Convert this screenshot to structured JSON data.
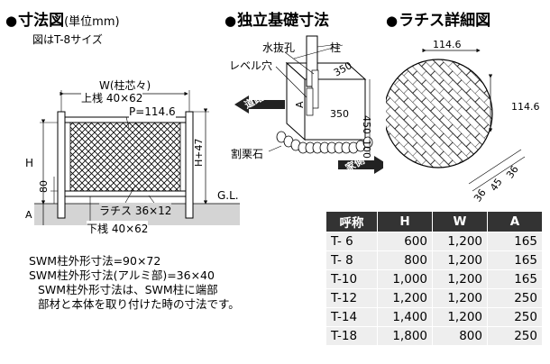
{
  "headers": {
    "bullet": "●",
    "dimensions": "寸法図",
    "unit": "(単位mm)",
    "foundation": "独立基礎寸法",
    "lattice": "ラチス詳細図"
  },
  "dimension_drawing": {
    "note": "図はT-8サイズ",
    "w_label": "W(柱芯々)",
    "top_rail": "上桟 40×62",
    "pitch": "P=114.6",
    "h": "H",
    "h_plus": "H+47",
    "d80": "80",
    "a": "A",
    "gl": "G.L.",
    "lattice_bar": "ラチス 36×12",
    "bottom_rail": "下桟 40×62"
  },
  "foundation_drawing": {
    "drain_hole": "水抜孔",
    "post": "柱",
    "level_hole": "レベル穴",
    "dim_350_top": "350",
    "dim_350_front": "350",
    "dim_450": "450",
    "dim_100": "100",
    "a": "A",
    "road_side": "道路側",
    "gravel": "割栗石",
    "house_side": "家側"
  },
  "lattice_drawing": {
    "d_top": "114.6",
    "d_right": "114.6",
    "d36a": "36",
    "d45": "45",
    "d36b": "36"
  },
  "notes": [
    "SWM柱外形寸法=90×72",
    "SWM柱外形寸法(アルミ部)=36×40",
    "SWM柱外形寸法は、SWM柱に端部",
    "部材と本体を取り付けた時の寸法です。"
  ],
  "table": {
    "headers": [
      "呼称",
      "H",
      "W",
      "A"
    ],
    "rows": [
      [
        "T- 6",
        "600",
        "1,200",
        "165"
      ],
      [
        "T- 8",
        "800",
        "1,200",
        "165"
      ],
      [
        "T-10",
        "1,000",
        "1,200",
        "165"
      ],
      [
        "T-12",
        "1,200",
        "1,200",
        "250"
      ],
      [
        "T-14",
        "1,400",
        "1,200",
        "250"
      ],
      [
        "T-18",
        "1,800",
        "800",
        "250"
      ]
    ]
  }
}
